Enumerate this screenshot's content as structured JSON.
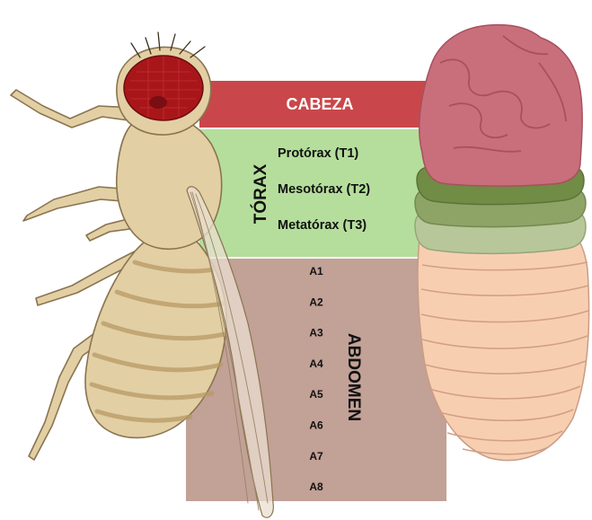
{
  "colors": {
    "head_band": "#c9474a",
    "thorax_band": "#b5de9c",
    "abdomen_band": "#c2a196",
    "fly_body": "#e3cfa4",
    "fly_outline": "#8a7450",
    "fly_eye": "#a8161a",
    "embryo_head": "#c96f7c",
    "embryo_thorax": [
      "#708c45",
      "#8ea466",
      "#b8c79a"
    ],
    "embryo_abdomen": "#f7cfb0"
  },
  "labels": {
    "head": "CABEZA",
    "thorax_title": "TÓRAX",
    "abdomen_title": "ABDOMEN",
    "thorax_segments": [
      "Protórax (T1)",
      "Mesotórax (T2)",
      "Metatórax (T3)"
    ],
    "abdomen_segments": [
      "A1",
      "A2",
      "A3",
      "A4",
      "A5",
      "A6",
      "A7",
      "A8"
    ]
  },
  "icons": {
    "fly": "drosophila-adult-illustration",
    "embryo": "larva-embryo-illustration"
  }
}
